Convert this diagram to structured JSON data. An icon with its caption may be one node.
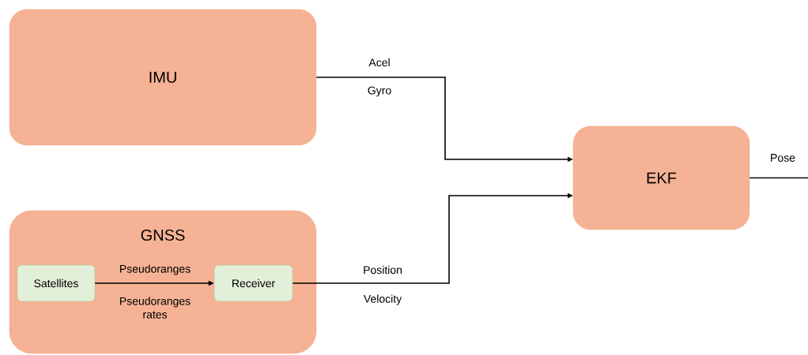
{
  "diagram": {
    "nodes": [
      {
        "text": [
          "IMU"
        ]
      },
      {
        "text": [
          "GNSS"
        ]
      },
      {
        "text": [
          "Satellites"
        ],
        "in": 1
      },
      {
        "text": [
          "Receiver"
        ],
        "in": 1
      },
      {
        "text": [
          "EKF"
        ]
      }
    ],
    "edges": [
      {
        "from": 0,
        "to": 4,
        "arrow": "to",
        "label": "Acel"
      },
      {
        "from": 2,
        "to": 3,
        "arrow": "to",
        "label": "Pseudoranges"
      },
      {
        "from": 3,
        "to": 4,
        "arrow": "to",
        "label": "Position"
      },
      {
        "from": 4,
        "to": null,
        "arrow": "none",
        "label": "Pose"
      }
    ],
    "labels": [
      "Gyro",
      "Pseudoranges rates",
      "Velocity"
    ]
  }
}
